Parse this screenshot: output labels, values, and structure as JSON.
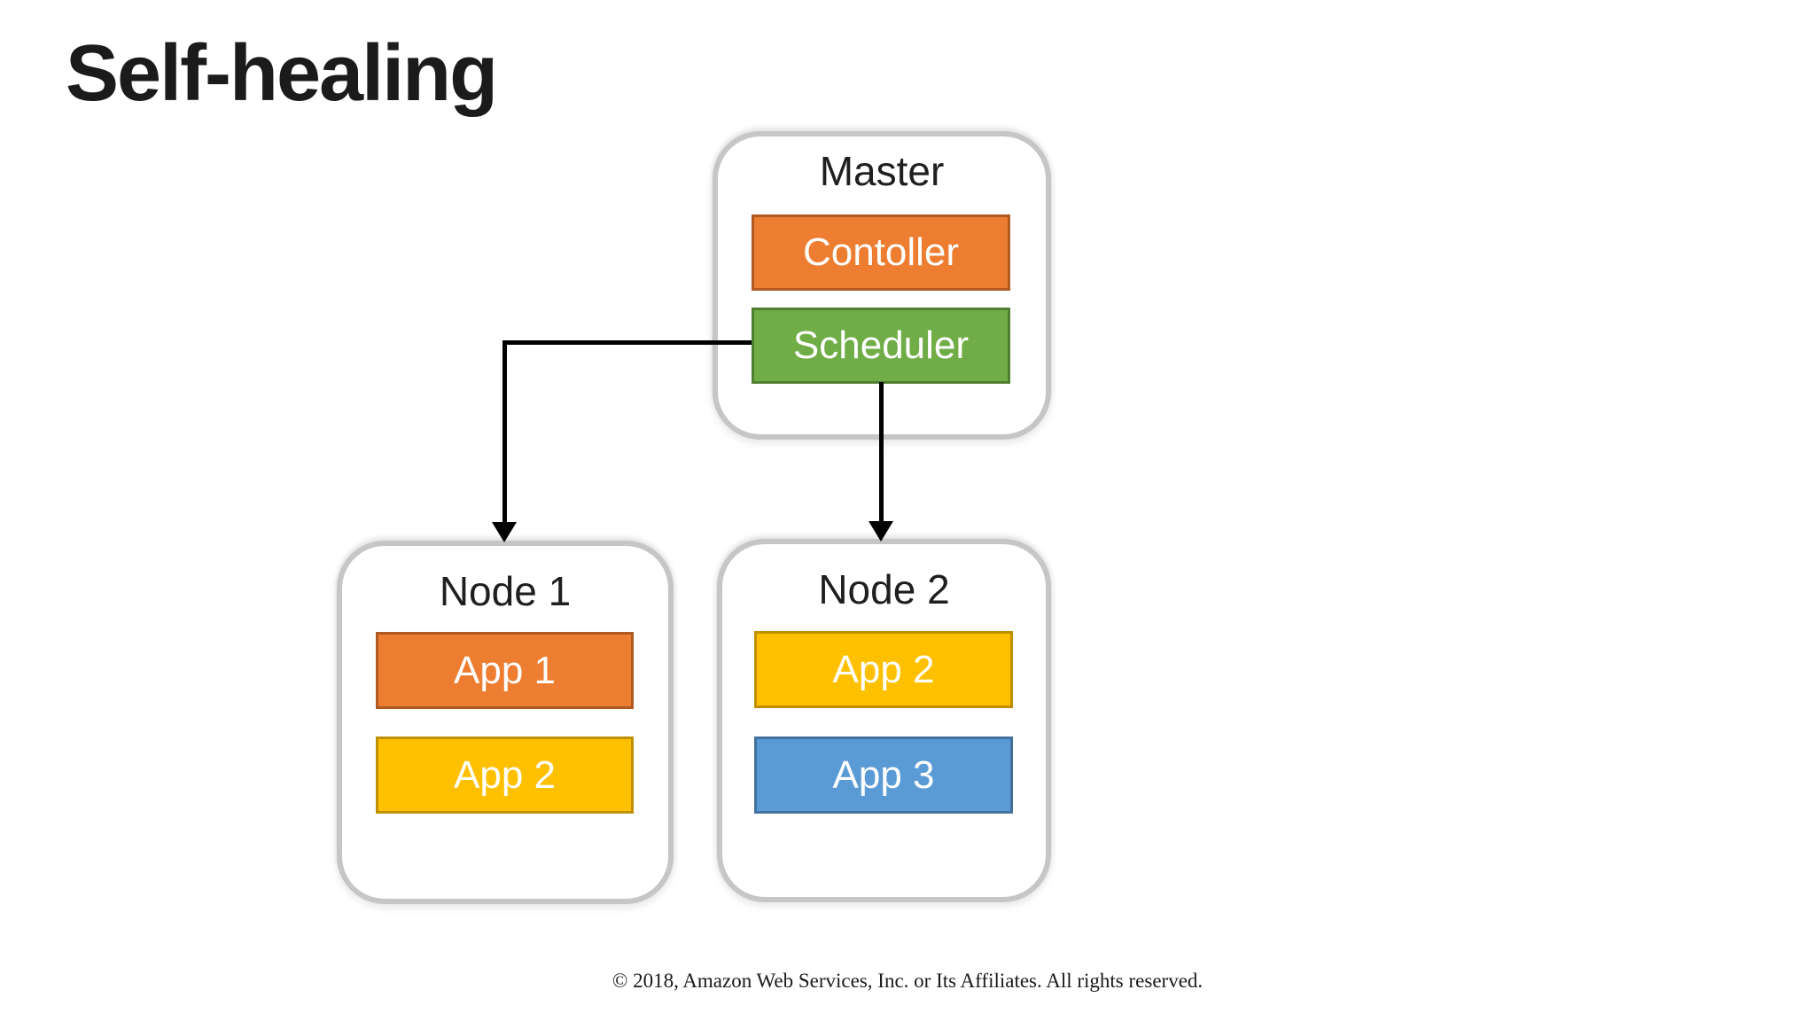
{
  "slide": {
    "title": "Self-healing",
    "footer": "© 2018, Amazon Web Services, Inc. or Its Affiliates. All rights reserved."
  },
  "diagram": {
    "master": {
      "label": "Master",
      "components": [
        {
          "label": "Contoller",
          "color": "orange"
        },
        {
          "label": "Scheduler",
          "color": "green"
        }
      ]
    },
    "nodes": [
      {
        "label": "Node 1",
        "apps": [
          {
            "label": "App 1",
            "color": "orange"
          },
          {
            "label": "App 2",
            "color": "yellow"
          }
        ]
      },
      {
        "label": "Node 2",
        "apps": [
          {
            "label": "App 2",
            "color": "yellow"
          },
          {
            "label": "App 3",
            "color": "blue"
          }
        ]
      }
    ],
    "connections": [
      {
        "from": "Scheduler",
        "to": "Node 1",
        "shape": "elbow-left-down-arrow"
      },
      {
        "from": "Scheduler",
        "to": "Node 2",
        "shape": "straight-down-arrow"
      }
    ]
  },
  "colors": {
    "orange": "#ED7D31",
    "orange-border": "#AE5A21",
    "green": "#70AD47",
    "green-border": "#507E32",
    "yellow": "#FFC000",
    "yellow-border": "#BF9000",
    "blue": "#5B9BD5",
    "blue-border": "#41719C",
    "container-border": "#C6C6C6",
    "arrow": "#000000",
    "text-dark": "#1F1F1F",
    "text-light": "#FFFFFF"
  }
}
